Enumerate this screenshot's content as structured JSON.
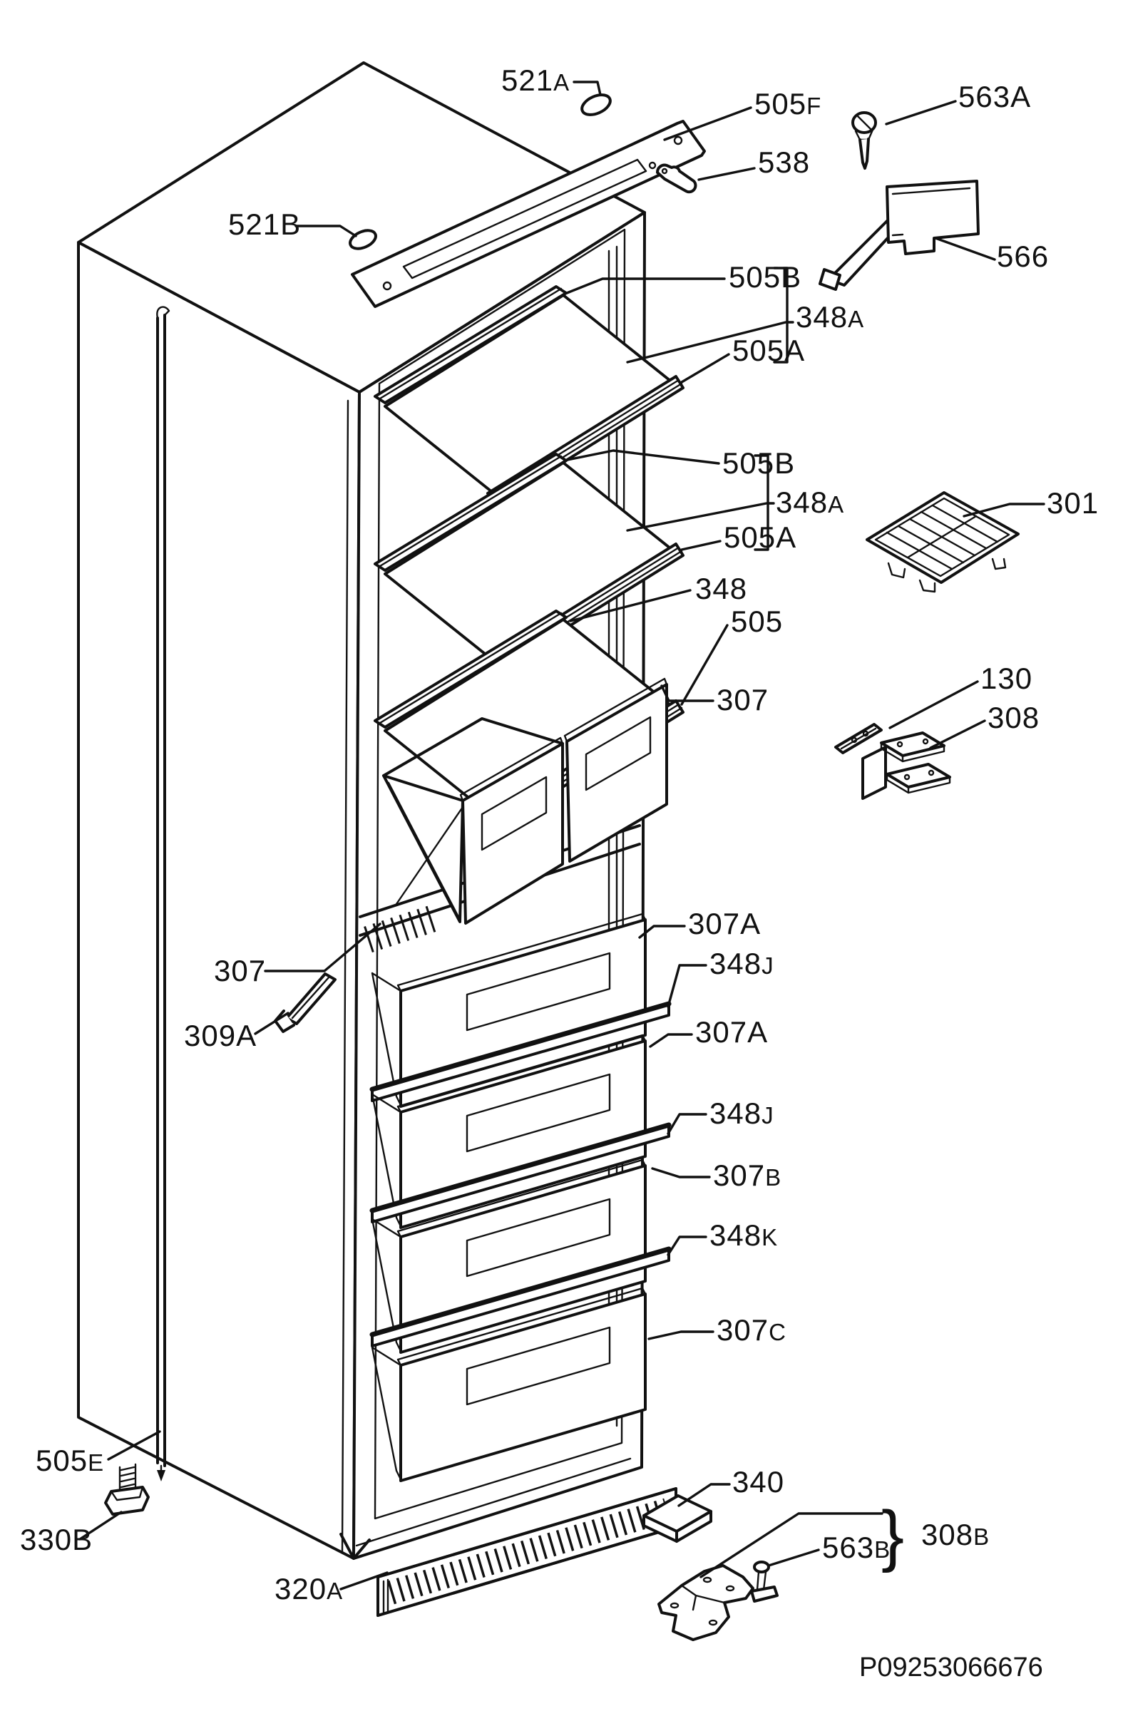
{
  "product_code": "P09253066676",
  "colors": {
    "line": "#111111",
    "paper": "#ffffff"
  },
  "callouts": {
    "c521A": {
      "num": "521",
      "sfx": "A"
    },
    "c505F": {
      "num": "505",
      "sfx": "F"
    },
    "c563A": {
      "num": "563",
      "sfx": "A"
    },
    "c538": {
      "num": "538",
      "sfx": ""
    },
    "c521B": {
      "num": "521",
      "sfx": "B"
    },
    "c566": {
      "num": "566",
      "sfx": ""
    },
    "c505B_1": {
      "num": "505",
      "sfx": "B"
    },
    "c348A_1": {
      "num": "348",
      "sfx": "A"
    },
    "c505A_1": {
      "num": "505",
      "sfx": "A"
    },
    "c505B_2": {
      "num": "505",
      "sfx": "B"
    },
    "c348A_2": {
      "num": "348",
      "sfx": "A"
    },
    "c505A_2": {
      "num": "505",
      "sfx": "A"
    },
    "c348": {
      "num": "348",
      "sfx": ""
    },
    "c505": {
      "num": "505",
      "sfx": ""
    },
    "c307_right": {
      "num": "307",
      "sfx": ""
    },
    "c301": {
      "num": "301",
      "sfx": ""
    },
    "c130": {
      "num": "130",
      "sfx": ""
    },
    "c308": {
      "num": "308",
      "sfx": ""
    },
    "c307A_1": {
      "num": "307",
      "sfx": "A"
    },
    "c348J_1": {
      "num": "348",
      "sfx": "J"
    },
    "c307A_2": {
      "num": "307",
      "sfx": "A"
    },
    "c348J_2": {
      "num": "348",
      "sfx": "J"
    },
    "c307B": {
      "num": "307",
      "sfx": "B"
    },
    "c348K": {
      "num": "348",
      "sfx": "K"
    },
    "c307C": {
      "num": "307",
      "sfx": "C"
    },
    "c307_left": {
      "num": "307",
      "sfx": ""
    },
    "c309A": {
      "num": "309",
      "sfx": "A"
    },
    "c505E": {
      "num": "505",
      "sfx": "E"
    },
    "c330B": {
      "num": "330",
      "sfx": "B"
    },
    "c320A": {
      "num": "320",
      "sfx": "A"
    },
    "c340": {
      "num": "340",
      "sfx": ""
    },
    "c563B": {
      "num": "563",
      "sfx": "B"
    },
    "c308B": {
      "num": "308",
      "sfx": "B"
    },
    "brace_308B": "}"
  }
}
